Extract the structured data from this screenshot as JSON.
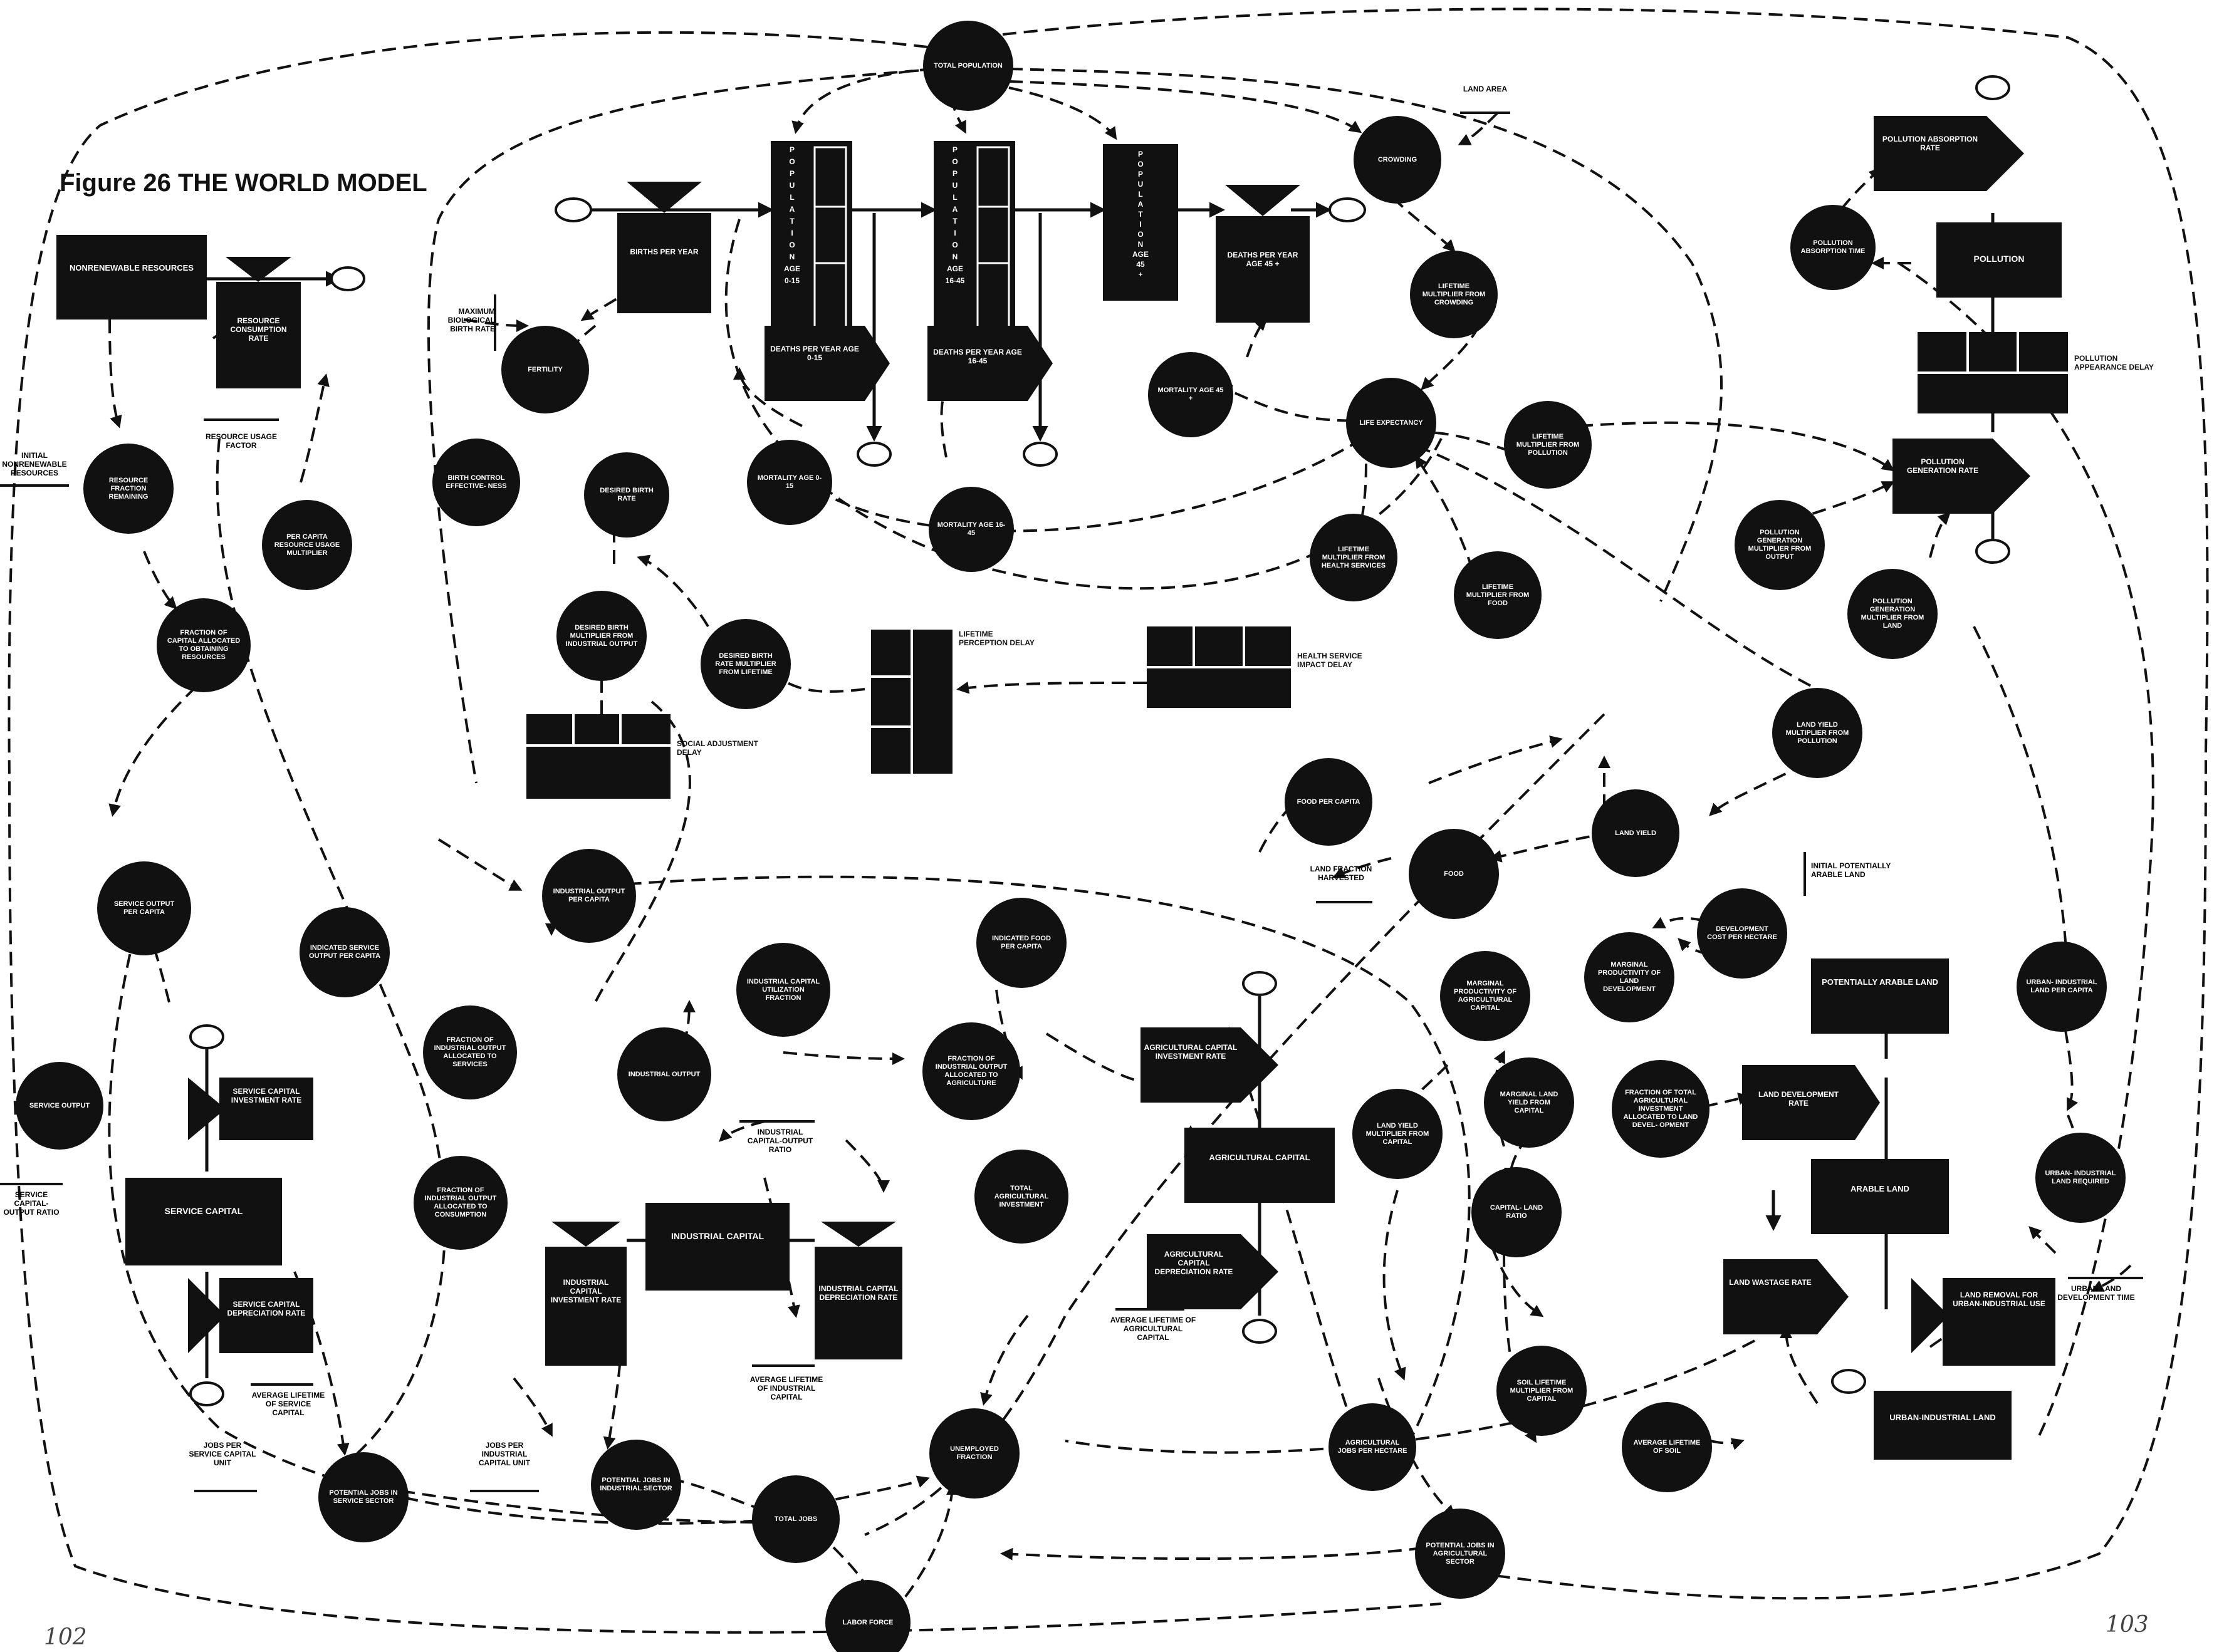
{
  "title": "Figure 26 THE WORLD MODEL",
  "page_numbers": {
    "left": "102",
    "right": "103"
  },
  "colors": {
    "ink": "#111111",
    "paper": "#ffffff"
  },
  "stocks": {
    "pop_0_15": "P O P U L A T I O N AGE 0-15",
    "pop_16_45": "P O P U L A T I O N AGE 16-45",
    "pop_45": "P O P U L A T I O N AGE 45 +",
    "nonrenewable": "NONRENEWABLE RESOURCES",
    "service_capital": "SERVICE CAPITAL",
    "industrial_capital": "INDUSTRIAL CAPITAL",
    "agricultural_capital": "AGRICULTURAL CAPITAL",
    "pollution": "POLLUTION",
    "potentially_arable": "POTENTIALLY ARABLE LAND",
    "arable_land": "ARABLE LAND",
    "urban_industrial_land": "URBAN-INDUSTRIAL LAND"
  },
  "rates": {
    "births": "BIRTHS PER YEAR",
    "deaths_0_15": "DEATHS PER YEAR AGE 0-15",
    "deaths_16_45": "DEATHS PER YEAR AGE 16-45",
    "deaths_45": "DEATHS PER YEAR AGE 45 +",
    "resource_consumption": "RESOURCE CONSUMPTION RATE",
    "pollution_absorption": "POLLUTION ABSORPTION RATE",
    "pollution_generation": "POLLUTION GENERATION RATE",
    "service_investment": "SERVICE CAPITAL INVESTMENT RATE",
    "service_depreciation": "SERVICE CAPITAL DEPRECIATION RATE",
    "industrial_investment": "INDUSTRIAL CAPITAL INVESTMENT RATE",
    "industrial_depreciation": "INDUSTRIAL CAPITAL DEPRECIATION RATE",
    "agricultural_investment": "AGRICULTURAL CAPITAL INVESTMENT RATE",
    "agricultural_depreciation": "AGRICULTURAL CAPITAL DEPRECIATION RATE",
    "land_development": "LAND DEVELOPMENT RATE",
    "land_wastage": "LAND WASTAGE RATE",
    "land_removal": "LAND REMOVAL FOR URBAN-INDUSTRIAL USE"
  },
  "delays": {
    "pollution_appearance": "POLLUTION APPEARANCE DELAY",
    "social_adjustment": "SOCIAL ADJUSTMENT DELAY",
    "lifetime_perception": "LIFETIME PERCEPTION DELAY",
    "health_service": "HEALTH SERVICE IMPACT DELAY"
  },
  "auxiliaries": {
    "total_population": "TOTAL POPULATION",
    "crowding": "CROWDING",
    "lifetime_mult_crowding": "LIFETIME MULTIPLIER FROM CROWDING",
    "life_expectancy": "LIFE EXPECTANCY",
    "lifetime_mult_pollution": "LIFETIME MULTIPLIER FROM POLLUTION",
    "lifetime_mult_health": "LIFETIME MULTIPLIER FROM HEALTH SERVICES",
    "lifetime_mult_food": "LIFETIME MULTIPLIER FROM FOOD",
    "mortality_0_15": "MORTALITY AGE 0-15",
    "mortality_16_45": "MORTALITY AGE 16-45",
    "mortality_45": "MORTALITY AGE 45 +",
    "fertility": "FERTILITY",
    "birth_control": "BIRTH CONTROL EFFECTIVE- NESS",
    "desired_birth_rate": "DESIRED BIRTH RATE",
    "desired_birth_mult_output": "DESIRED BIRTH MULTIPLIER FROM INDUSTRIAL OUTPUT",
    "desired_birth_mult_lifetime": "DESIRED BIRTH RATE MULTIPLIER FROM LIFETIME",
    "resource_fraction": "RESOURCE FRACTION REMAINING",
    "per_capita_resource_mult": "PER CAPITA RESOURCE USAGE MULTIPLIER",
    "fraction_capital_resources": "FRACTION OF CAPITAL ALLOCATED TO OBTAINING RESOURCES",
    "pollution_absorption_time": "POLLUTION ABSORPTION TIME",
    "pollution_gen_mult_output": "POLLUTION GENERATION MULTIPLIER FROM OUTPUT",
    "pollution_gen_mult_land": "POLLUTION GENERATION MULTIPLIER FROM LAND",
    "land_yield_mult_pollution": "LAND YIELD MULTIPLIER FROM POLLUTION",
    "food_per_capita": "FOOD PER CAPITA",
    "food": "FOOD",
    "land_yield": "LAND YIELD",
    "development_cost": "DEVELOPMENT COST PER HECTARE",
    "marginal_productivity_land": "MARGINAL PRODUCTIVITY OF LAND DEVELOPMENT",
    "marginal_productivity_ag": "MARGINAL PRODUCTIVITY OF AGRICULTURAL CAPITAL",
    "marginal_land_yield": "MARGINAL LAND YIELD FROM CAPITAL",
    "land_yield_mult_capital": "LAND YIELD MULTIPLIER FROM CAPITAL",
    "fraction_land_development": "FRACTION OF TOTAL AGRICULTURAL INVESTMENT ALLOCATED TO LAND DEVEL- OPMENT",
    "capital_land_ratio": "CAPITAL- LAND RATIO",
    "urban_land_per_capita": "URBAN- INDUSTRIAL LAND PER CAPITA",
    "urban_land_required": "URBAN- INDUSTRIAL LAND REQUIRED",
    "soil_lifetime_mult": "SOIL LIFETIME MULTIPLIER FROM CAPITAL",
    "average_lifetime_soil": "AVERAGE LIFETIME OF SOIL",
    "agricultural_jobs": "AGRICULTURAL JOBS PER HECTARE",
    "potential_jobs_agri": "POTENTIAL JOBS IN AGRICULTURAL SECTOR",
    "service_output_per_capita": "SERVICE OUTPUT PER CAPITA",
    "industrial_output_per_capita": "INDUSTRIAL OUTPUT PER CAPITA",
    "indicated_service_output": "INDICATED SERVICE OUTPUT PER CAPITA",
    "indicated_food": "INDICATED FOOD PER CAPITA",
    "industrial_utilization": "INDUSTRIAL CAPITAL UTILIZATION FRACTION",
    "fraction_services": "FRACTION OF INDUSTRIAL OUTPUT ALLOCATED TO SERVICES",
    "industrial_output": "INDUSTRIAL OUTPUT",
    "fraction_agriculture": "FRACTION OF INDUSTRIAL OUTPUT ALLOCATED TO AGRICULTURE",
    "service_output": "SERVICE OUTPUT",
    "fraction_consumption": "FRACTION OF INDUSTRIAL OUTPUT ALLOCATED TO CONSUMPTION",
    "total_agricultural_investment": "TOTAL AGRICULTURAL INVESTMENT",
    "potential_jobs_service": "POTENTIAL JOBS IN SERVICE SECTOR",
    "potential_jobs_industrial": "POTENTIAL JOBS IN INDUSTRIAL SECTOR",
    "total_jobs": "TOTAL JOBS",
    "unemployed_fraction": "UNEMPLOYED FRACTION",
    "labor_force": "LABOR FORCE"
  },
  "constants": {
    "land_area": "LAND AREA",
    "max_birth_rate": "MAXIMUM BIOLOGICAL BIRTH RATE",
    "resource_usage_factor": "RESOURCE USAGE FACTOR",
    "initial_nonrenewable": "INITIAL NONRENEWABLE RESOURCES",
    "land_fraction_harvested": "LAND FRACTION HARVESTED",
    "initial_arable": "INITIAL POTENTIALLY ARABLE LAND",
    "urban_development_time": "URBAN LAND DEVELOPMENT TIME",
    "service_capital_output_ratio": "SERVICE CAPITAL-OUTPUT RATIO",
    "industrial_capital_output_ratio": "INDUSTRIAL CAPITAL-OUTPUT RATIO",
    "average_lifetime_service": "AVERAGE LIFETIME OF SERVICE CAPITAL",
    "average_lifetime_industrial": "AVERAGE LIFETIME OF INDUSTRIAL CAPITAL",
    "average_lifetime_agricultural": "AVERAGE LIFETIME OF AGRICULTURAL CAPITAL",
    "jobs_per_service_unit": "JOBS PER SERVICE CAPITAL UNIT",
    "jobs_per_industrial_unit": "JOBS PER INDUSTRIAL CAPITAL UNIT"
  }
}
